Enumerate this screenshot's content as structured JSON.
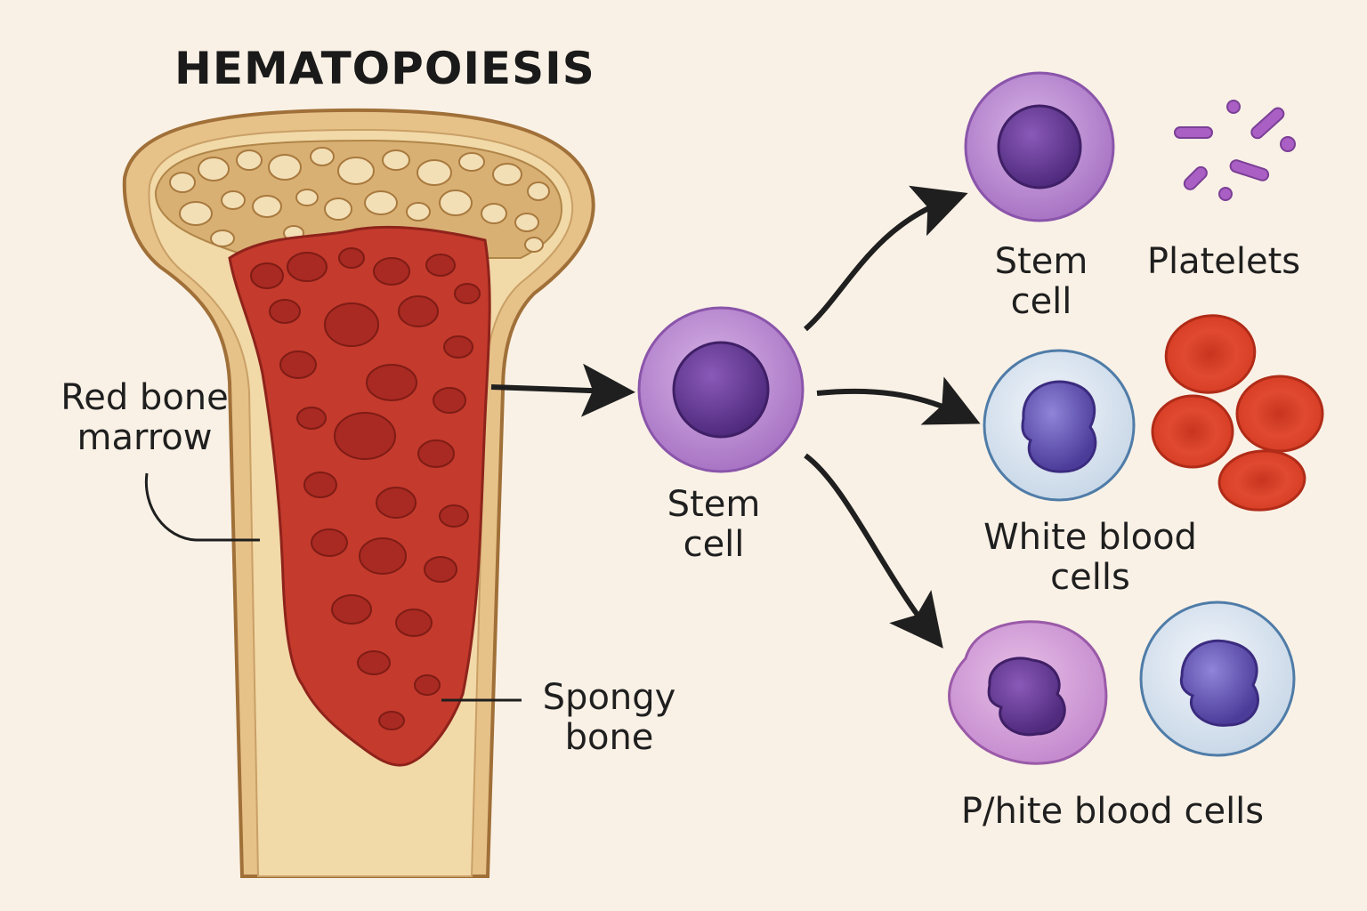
{
  "title": "HEMATOPOIESIS",
  "labels": {
    "red_marrow": "Red bone\nmarrow",
    "spongy": "Spongy\nbone",
    "stem_center": "Stem\ncell",
    "stem_top": "Stem\ncell",
    "platelets": "Platelets",
    "wbc_mid": "White blood\ncells",
    "wbc_bottom": "P/hite blood cells"
  },
  "colors": {
    "background": "#faf1e6",
    "bone": "#e8c98f",
    "bone_outline": "#a7793f",
    "marrow": "#c5372e",
    "stem_cell": "#b27ccb",
    "nucleus": "#6a3d96",
    "wbc": "#dfe8f1",
    "rbc": "#e0442d"
  }
}
